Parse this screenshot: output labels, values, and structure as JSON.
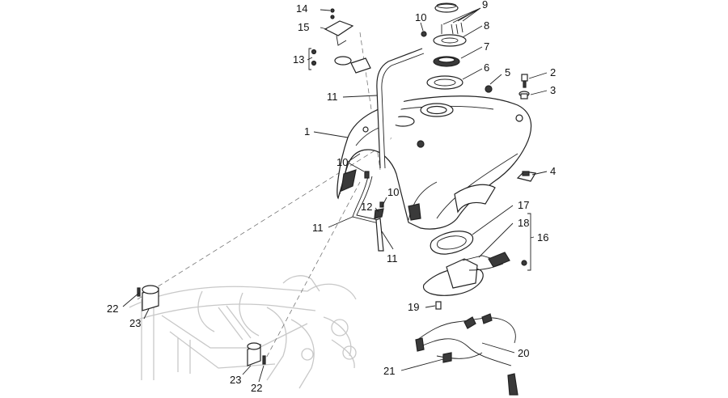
{
  "callouts": [
    "1",
    "2",
    "3",
    "4",
    "5",
    "6",
    "7",
    "8",
    "9",
    "10",
    "10",
    "10",
    "11",
    "11",
    "11",
    "12",
    "13",
    "14",
    "15",
    "16",
    "17",
    "18",
    "19",
    "20",
    "21",
    "22",
    "22",
    "23",
    "23"
  ]
}
